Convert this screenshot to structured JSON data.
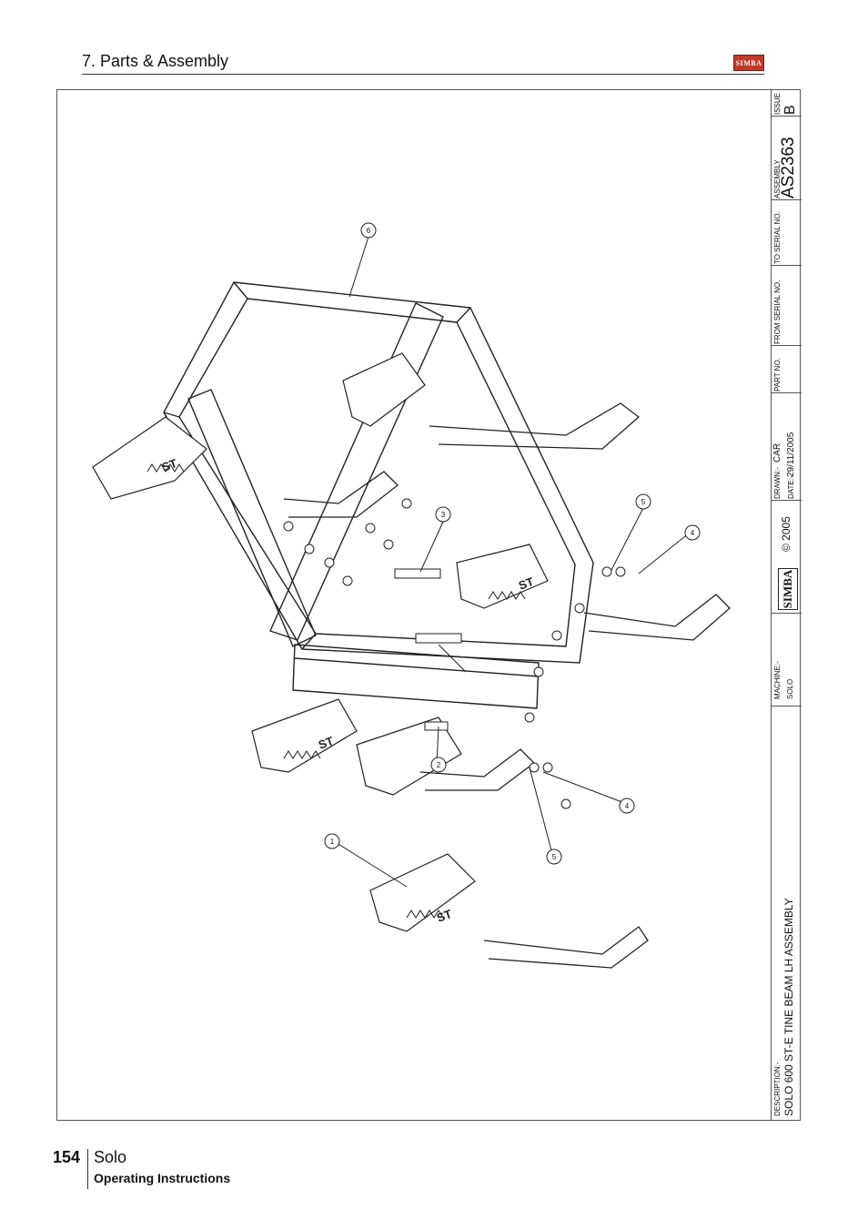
{
  "header": {
    "section_title": "7. Parts & Assembly",
    "logo_text": "SIMBA"
  },
  "drawing": {
    "balloons": [
      "1",
      "2",
      "3",
      "4",
      "4",
      "5",
      "5",
      "6"
    ],
    "stamp": "ST"
  },
  "title_block": {
    "issue_label": "ISSUE",
    "issue_value": "B",
    "assembly_label": "ASSEMBLY",
    "assembly_value": "AS2363",
    "to_serial_label": "TO SERIAL NO.",
    "from_serial_label": "FROM SERIAL NO.",
    "part_no_label": "PART NO.",
    "drawn_label": "DRAWN:-",
    "drawn_value": "CAR",
    "date_label": "DATE:-",
    "date_value": "29/11/2005",
    "copyright": "© 2005",
    "logo_text": "SIMBA",
    "machine_label": "MACHINE:-",
    "machine_value": "SOLO",
    "description_label": "DESCRIPTION:-",
    "description_value": "SOLO 600 ST-E TINE BEAM LH ASSEMBLY"
  },
  "footer": {
    "page_number": "154",
    "product": "Solo",
    "subtitle": "Operating Instructions"
  }
}
